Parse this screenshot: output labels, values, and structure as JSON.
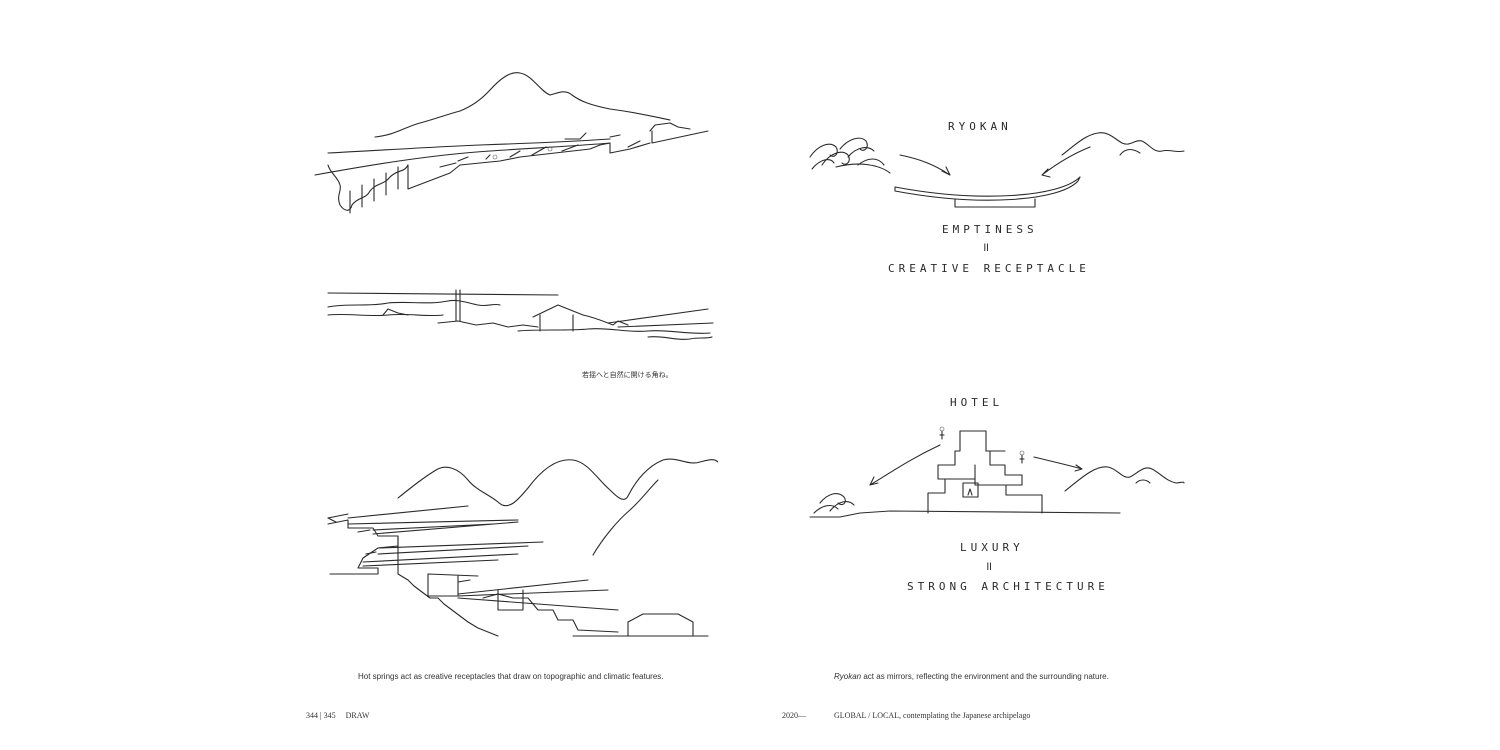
{
  "left_page": {
    "japanese_note": "若揺へと自然に開ける角ね。",
    "caption": "Hot springs act as creative receptacles that draw on topographic and climatic features.",
    "folio": {
      "pages": "344 | 345",
      "section": "DRAW"
    }
  },
  "right_page": {
    "ryokan_diagram": {
      "title": "RYOKAN",
      "line1": "EMPTINESS",
      "equals": "॥",
      "line2": "CREATIVE RECEPTACLE"
    },
    "hotel_diagram": {
      "title": "HOTEL",
      "line1": "LUXURY",
      "equals": "॥",
      "line2": "STRONG ARCHITECTURE"
    },
    "caption_emphasis": "Ryokan",
    "caption_rest": " act as mirrors, reflecting the environment and the surrounding nature.",
    "folio": {
      "year": "2020—",
      "title": "GLOBAL / LOCAL, contemplating the Japanese archipelago"
    }
  }
}
